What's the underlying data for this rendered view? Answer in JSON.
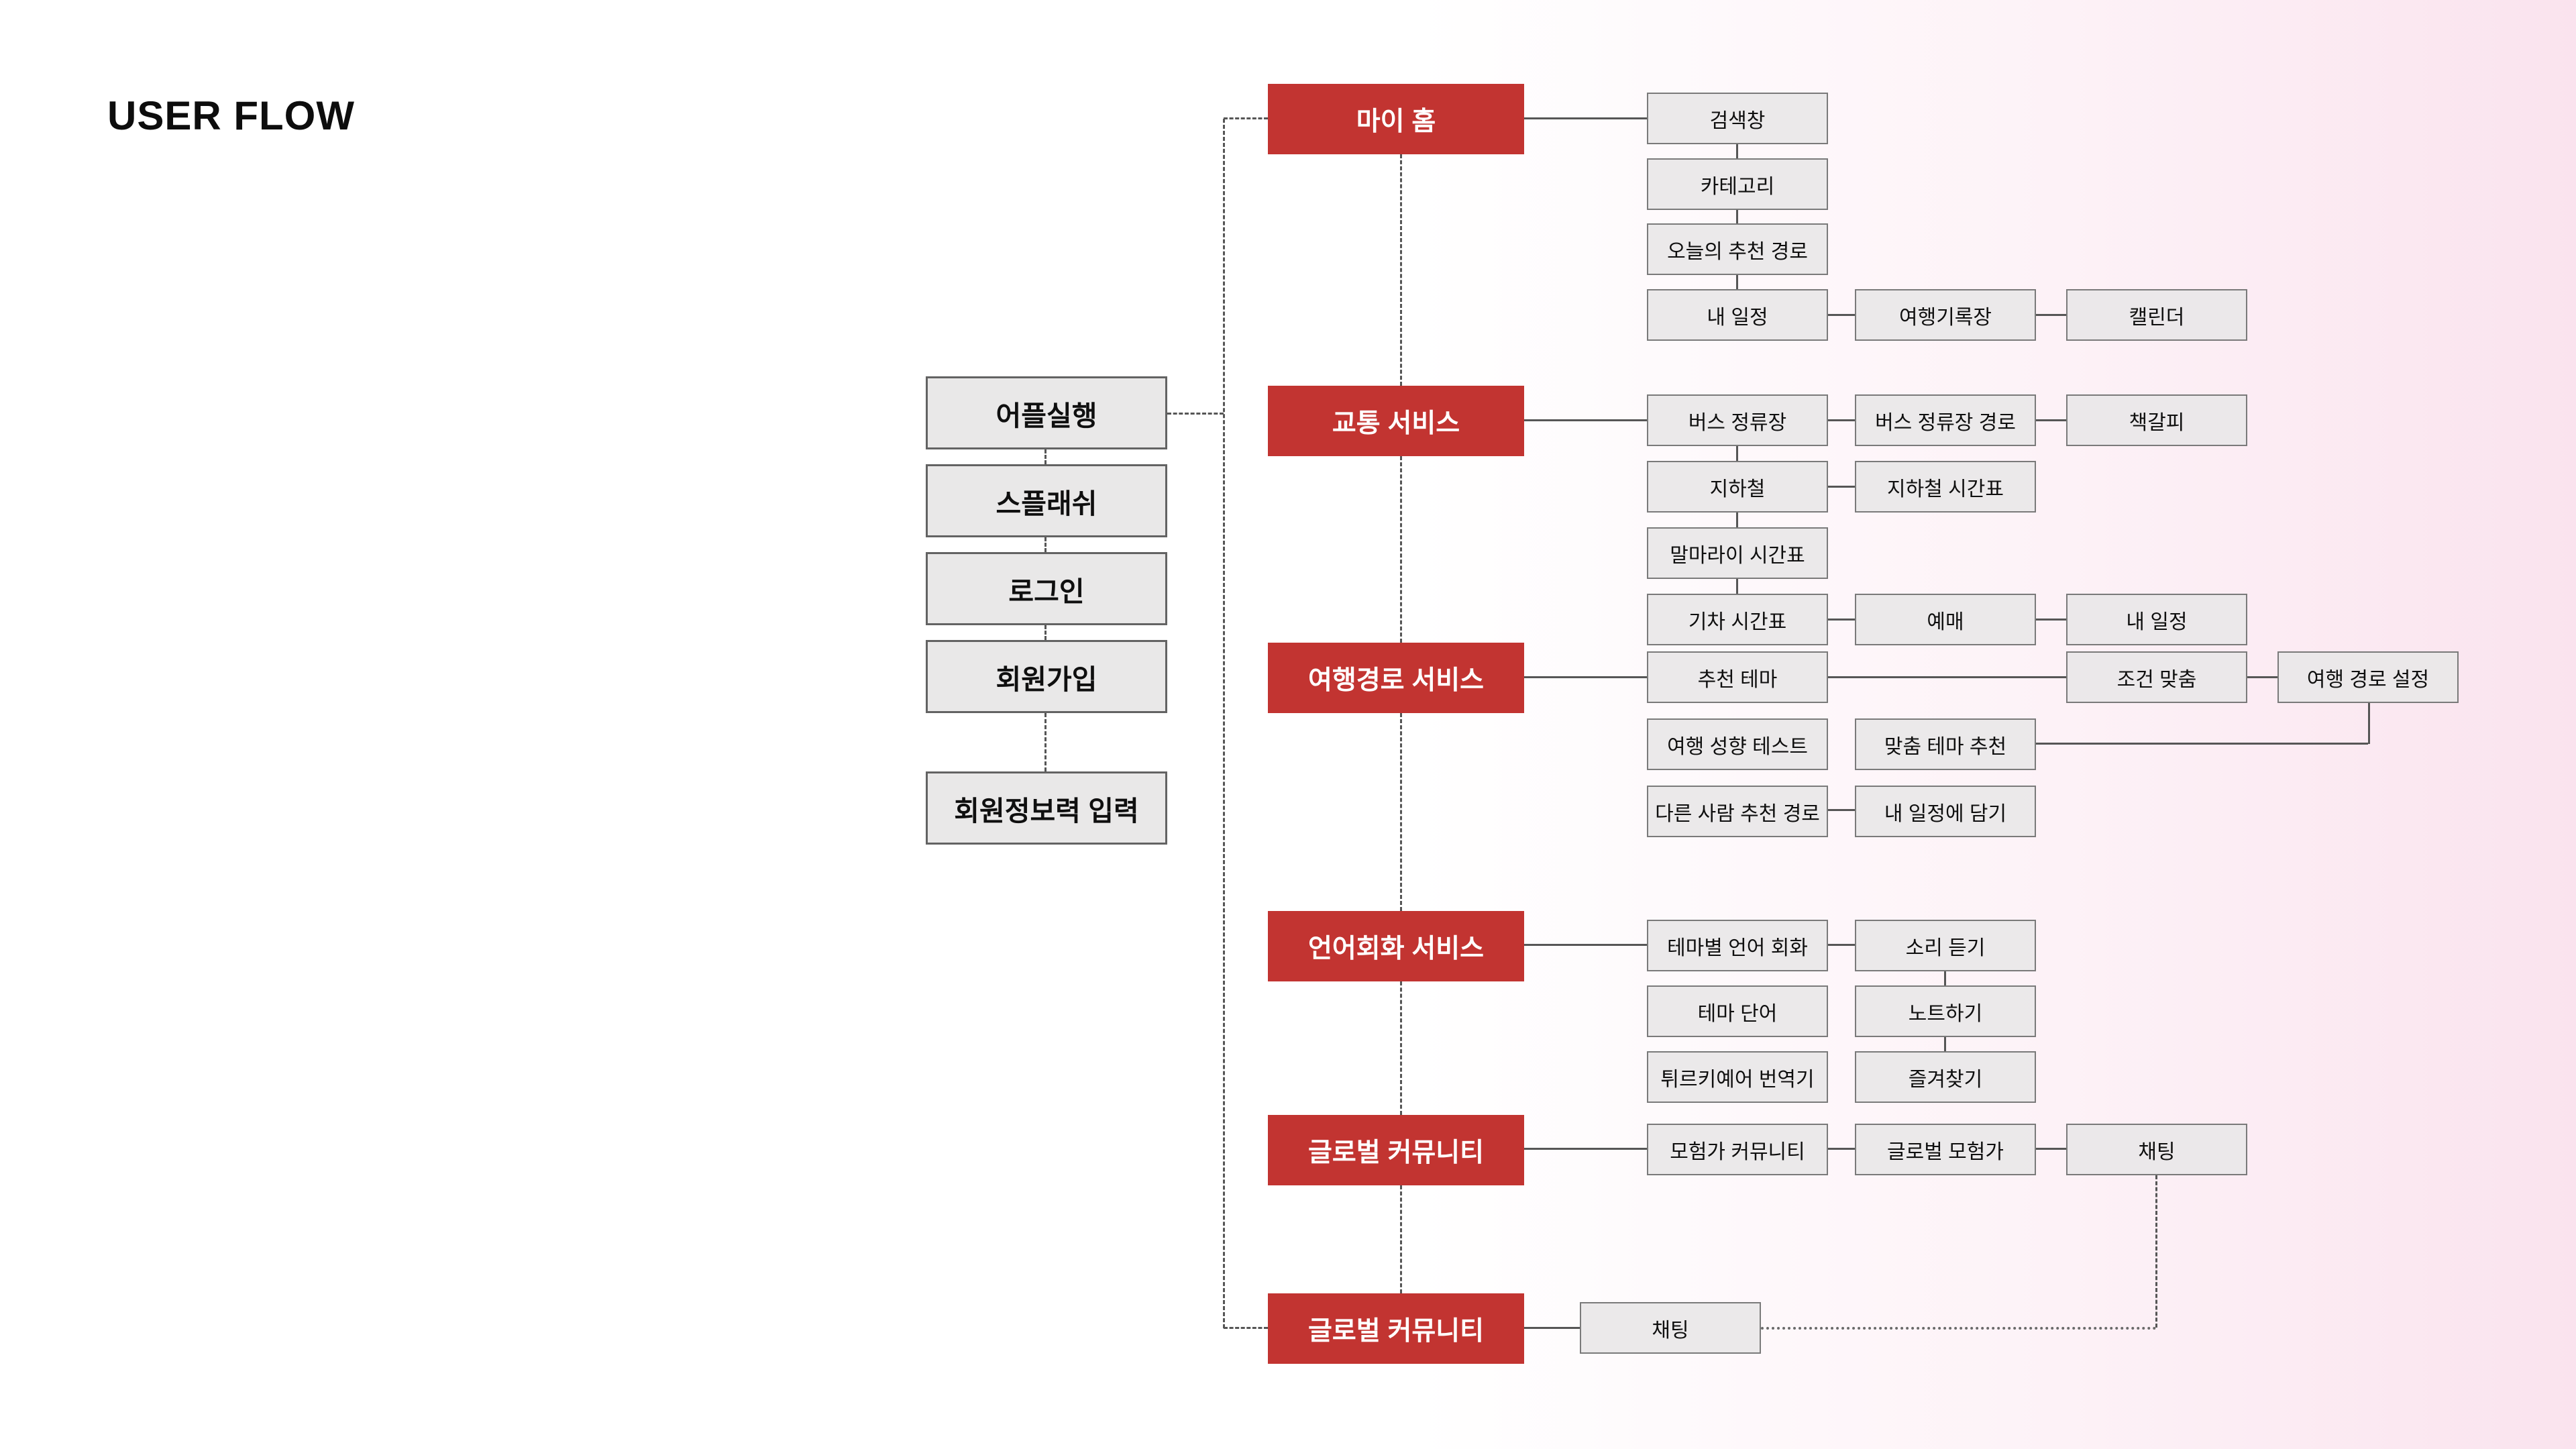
{
  "title": "USER FLOW",
  "colors": {
    "accent_red": "#c23431",
    "node_fill": "#e9e7e8",
    "node_border": "#7a7a7a",
    "line": "#565656",
    "background_pink": "#fae3ee"
  },
  "onboarding": {
    "items": [
      "어플실행",
      "스플래쉬",
      "로그인",
      "회원가입",
      "회원정보력 입력"
    ]
  },
  "sections": [
    {
      "label": "마이 홈",
      "rows": [
        [
          "검색창"
        ],
        [
          "카테고리"
        ],
        [
          "오늘의 추천 경로"
        ],
        [
          "내 일정",
          "여행기록장",
          "캘린더"
        ]
      ]
    },
    {
      "label": "교통 서비스",
      "rows": [
        [
          "버스 정류장",
          "버스 정류장 경로",
          "책갈피"
        ],
        [
          "지하철",
          "지하철 시간표"
        ],
        [
          "말마라이 시간표"
        ],
        [
          "기차 시간표",
          "예매",
          "내 일정"
        ]
      ]
    },
    {
      "label": "여행경로 서비스",
      "rows": [
        [
          "추천 테마",
          "조건 맞춤",
          "여행 경로 설정"
        ],
        [
          "여행 성향 테스트",
          "맞춤 테마 추천"
        ],
        [
          "다른 사람 추천 경로",
          "내 일정에 담기"
        ]
      ]
    },
    {
      "label": "언어회화 서비스",
      "rows": [
        [
          "테마별 언어 회화",
          "소리 듣기"
        ],
        [
          "테마 단어",
          "노트하기"
        ],
        [
          "튀르키예어 번역기",
          "즐겨찾기"
        ]
      ]
    },
    {
      "label": "글로벌 커뮤니티",
      "rows": [
        [
          "모험가 커뮤니티",
          "글로벌 모험가",
          "채팅"
        ]
      ]
    },
    {
      "label": "글로벌 커뮤니티",
      "rows": [
        [
          "채팅"
        ]
      ]
    }
  ]
}
